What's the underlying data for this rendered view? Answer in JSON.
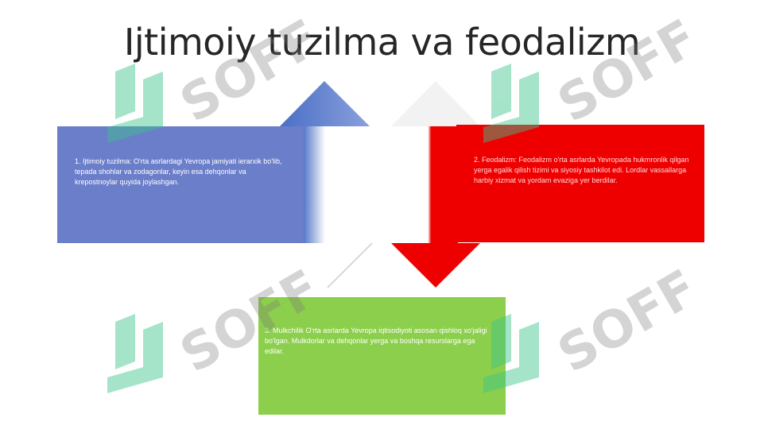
{
  "title": "Ijtimoiy tuzilma va feodalizm",
  "boxes": {
    "blue": "1. Ijtimoiy tuzilma: O'rta asrlardagi Yevropa jamiyati ierarxik bo'lib, tepada shohlar va zodagonlar, keyin esa dehqonlar va krepostnoylar quyida joylashgan.",
    "red": "2. Feodalizm: Feodalizm o'rta asrlarda Yevropada hukmronlik qilgan yerga egalik qilish tizimi va siyosiy tashkilot edi. Lordlar vassallarga harbiy xizmat va yordam evaziga yer berdilar.",
    "green": "3. Mulkchilik O'rta asrlarda Yevropa iqtisodiyoti asosan qishloq xo'jaligi bo'lgan. Mulkdorlar va dehqonlar yerga va boshqa resurslarga ega edilar."
  },
  "watermark": "SOFF",
  "colors": {
    "blue": "#6b7ec9",
    "red": "#ee0000",
    "green": "#8ccf4c",
    "watermark_text": "#787878",
    "watermark_logo": "#3cc48c"
  }
}
